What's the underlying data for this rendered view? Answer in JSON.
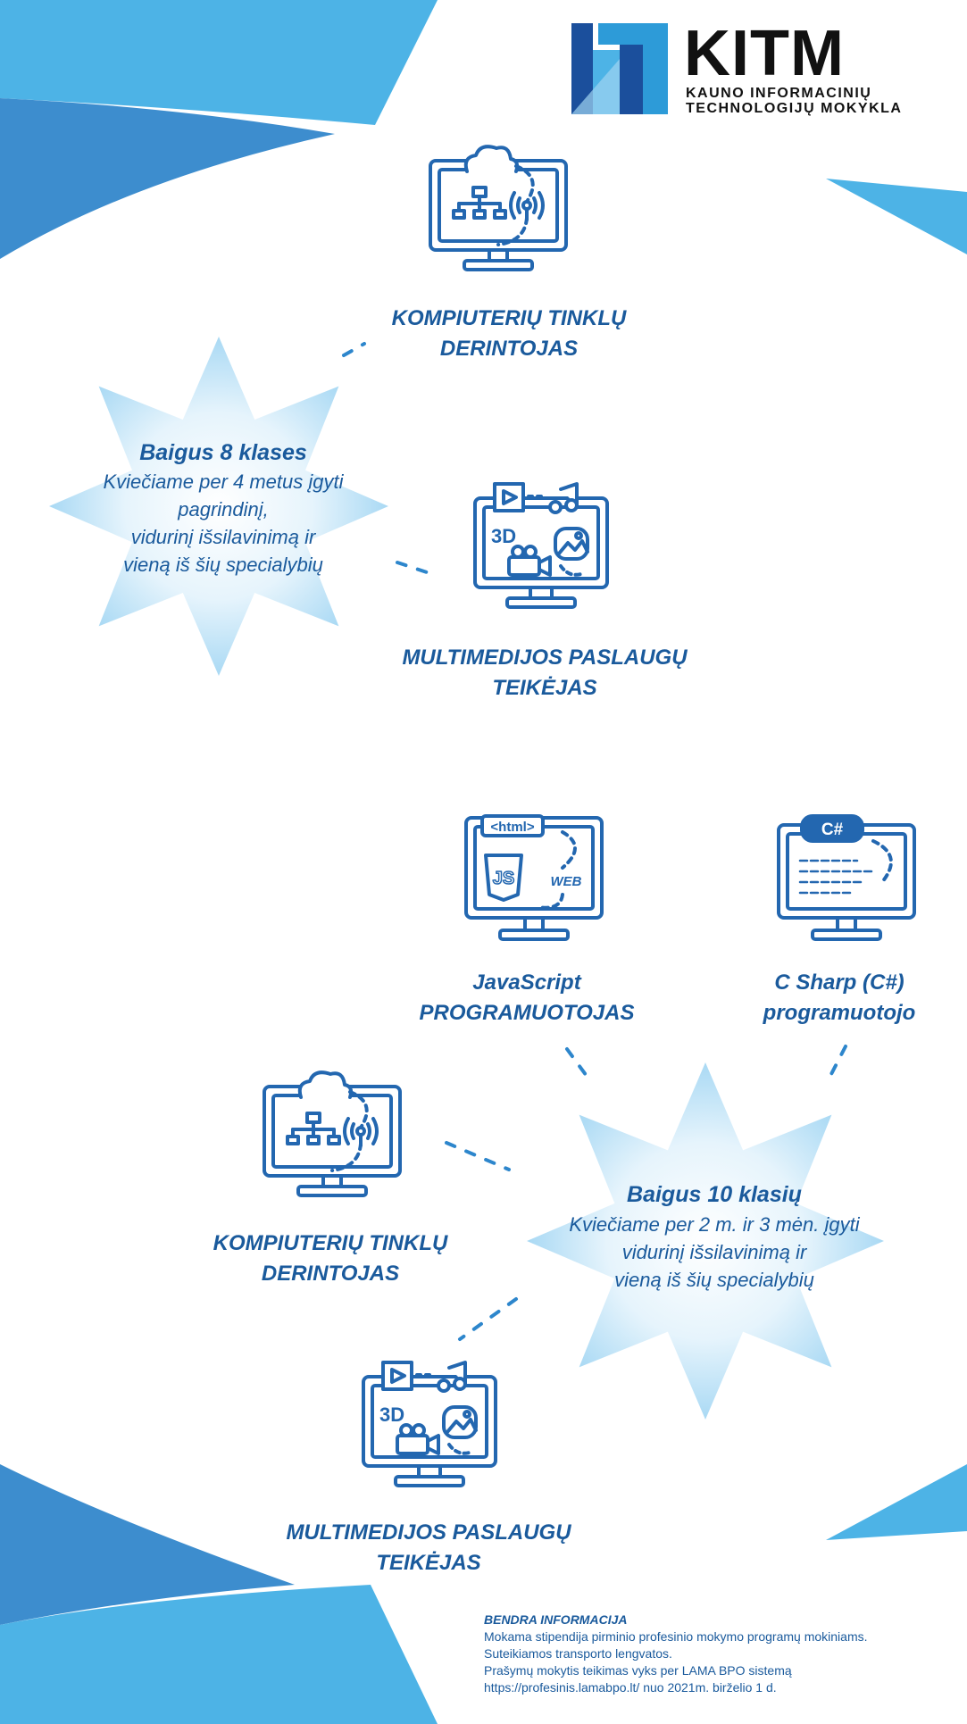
{
  "logo": {
    "name": "KITM",
    "line1": "KAUNO INFORMACINIŲ",
    "line2": "TECHNOLOGIJŲ MOKYKLA",
    "colors": {
      "dark_blue": "#1b4f9c",
      "light_blue": "#2d9bd8",
      "black": "#111111"
    }
  },
  "section_8": {
    "title": "Baigus 8 klases",
    "lines": [
      "Kviečiame per 4 metus įgyti",
      "pagrindinį,",
      "vidurinį išsilavinimą ir",
      "vieną iš šių specialybių"
    ],
    "specialties": [
      {
        "line1": "KOMPIUTERIŲ TINKLŲ",
        "line2": "DERINTOJAS",
        "icon": "network-monitor-icon"
      },
      {
        "line1": "MULTIMEDIJOS PASLAUGŲ",
        "line2": "TEIKĖJAS",
        "icon": "multimedia-monitor-icon"
      }
    ]
  },
  "section_10": {
    "title": "Baigus 10 klasių",
    "lines": [
      "Kviečiame per 2 m. ir 3 mėn. įgyti",
      "vidurinį išsilavinimą ir",
      "vieną iš šių specialybių"
    ],
    "specialties": [
      {
        "line1": "JavaScript",
        "line2": "PROGRAMUOTOJAS",
        "icon": "javascript-monitor-icon",
        "badge1": "<html>",
        "badge2": "WEB"
      },
      {
        "line1": "C Sharp (C#)",
        "line2": "programuotojo",
        "icon": "csharp-monitor-icon",
        "badge": "C#"
      },
      {
        "line1": "KOMPIUTERIŲ TINKLŲ",
        "line2": "DERINTOJAS",
        "icon": "network-monitor-icon"
      },
      {
        "line1": "MULTIMEDIJOS PASLAUGŲ",
        "line2": "TEIKĖJAS",
        "icon": "multimedia-monitor-icon"
      }
    ]
  },
  "footer": {
    "title": "BENDRA INFORMACIJA",
    "lines": [
      "Mokama stipendija pirminio profesinio mokymo programų mokiniams.",
      "Suteikiamos transporto lengvatos.",
      "Prašymų mokytis teikimas vyks per LAMA BPO sistemą",
      "https://profesinis.lamabpo.lt/  nuo 2021m. birželio 1 d."
    ]
  },
  "colors": {
    "text_blue": "#1a5a9c",
    "icon_blue": "#2367b0",
    "light_blue": "#4db3e6",
    "mid_blue": "#3d8dce"
  }
}
